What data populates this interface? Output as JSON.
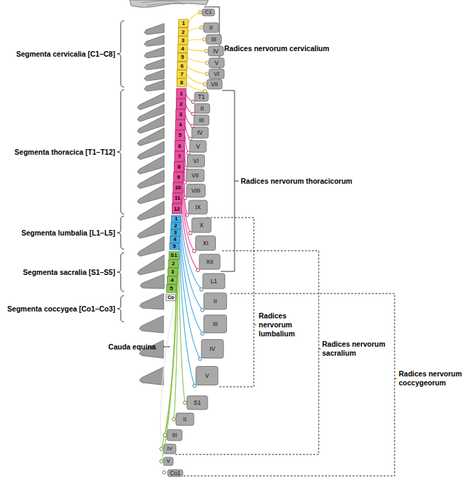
{
  "diagram": {
    "labels": [
      "Segmenta cervicalia [C1–C8]",
      "Segmenta thoracica [T1–T12]",
      "Segmenta lumbalia [L1–L5]",
      "Segmenta sacralia [S1–S5]",
      "Segmenta coccygea [Co1–Co3]",
      "Cauda equina",
      "Radices nervorum cervicalium",
      "Radices nervorum thoracicorum",
      "Radices nervorum lumbalium",
      "Radices nervorum sacralium",
      "Radices nervorum coccygeorum",
      "1",
      "2",
      "3",
      "4",
      "5",
      "6",
      "7",
      "8",
      "1",
      "2",
      "3",
      "4",
      "5",
      "6",
      "7",
      "8",
      "9",
      "10",
      "11",
      "12",
      "1",
      "2",
      "3",
      "4",
      "5",
      "S1",
      "2",
      "3",
      "4",
      "5",
      "Co",
      "C1",
      "II",
      "III",
      "IV",
      "V",
      "VI",
      "VII",
      "T1",
      "II",
      "III",
      "IV",
      "V",
      "VI",
      "VII",
      "VIII",
      "IX",
      "X",
      "XI",
      "XII",
      "L1",
      "II",
      "III",
      "IV",
      "V",
      "S1",
      "II",
      "III",
      "IV",
      "V",
      "Co1"
    ]
  }
}
